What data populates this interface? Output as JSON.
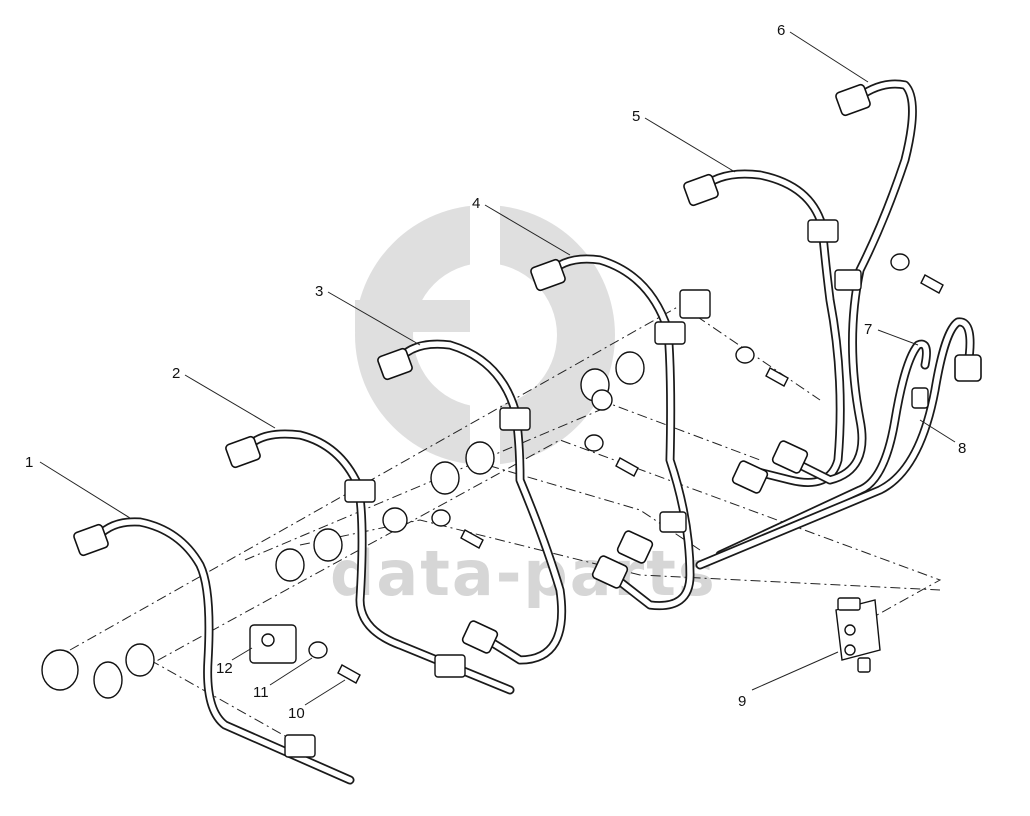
{
  "watermark": {
    "text": "data-parts",
    "color": "#d6d6d6"
  },
  "callouts": [
    "1",
    "2",
    "3",
    "4",
    "5",
    "6",
    "7",
    "8",
    "9",
    "10",
    "11",
    "12"
  ],
  "colors": {
    "line": "#1a1a1a",
    "background": "#ffffff"
  }
}
